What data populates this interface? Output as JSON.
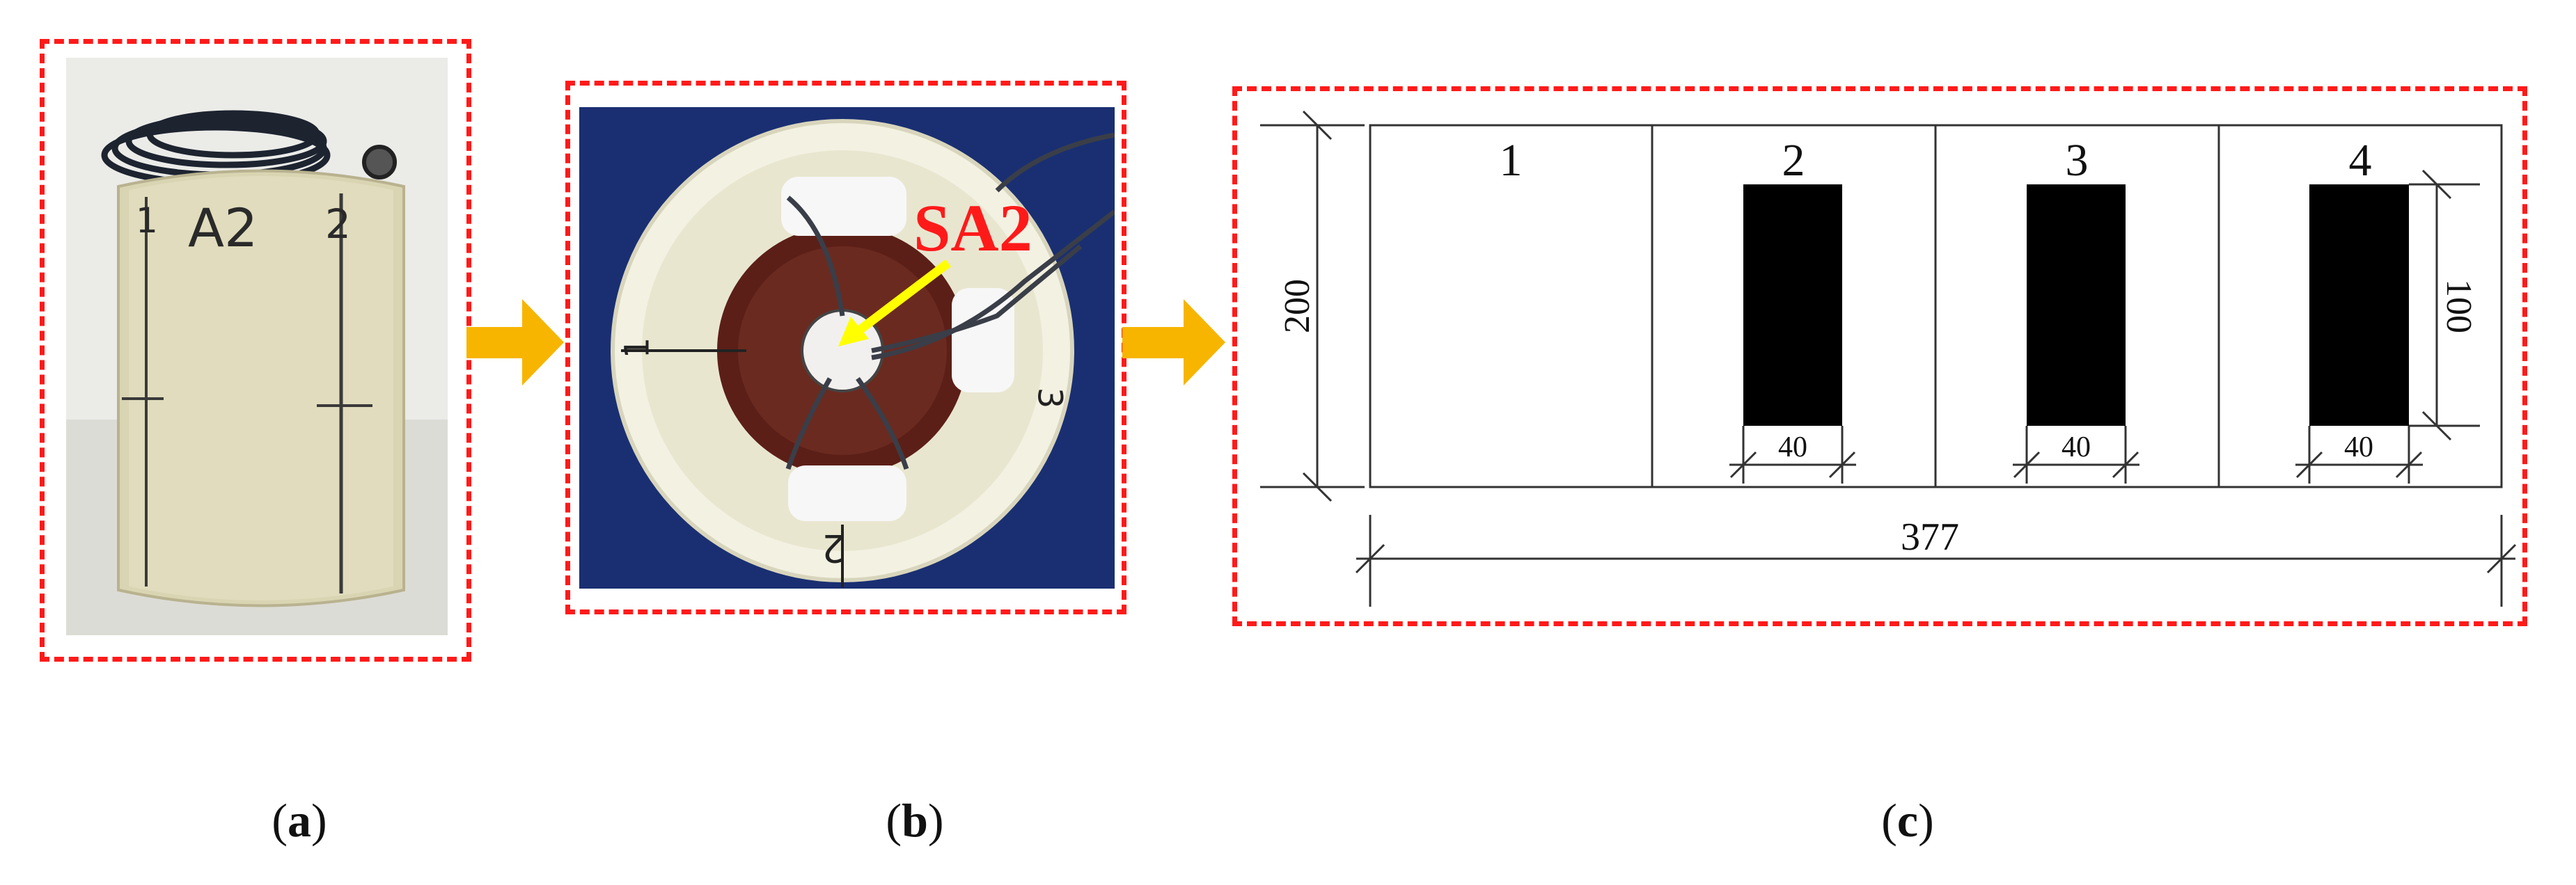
{
  "panels": {
    "a": {
      "caption_open": "(",
      "caption_letter": "a",
      "caption_close": ")",
      "cylinder_marks": [
        "A2",
        "1",
        "2"
      ]
    },
    "b": {
      "caption_open": "(",
      "caption_letter": "b",
      "caption_close": ")",
      "sensor_label": "SA2",
      "rim_marks": [
        "1",
        "2",
        "3"
      ]
    },
    "c": {
      "caption_open": "(",
      "caption_letter": "c",
      "caption_close": ")",
      "region_numbers": [
        "1",
        "2",
        "3",
        "4"
      ],
      "dim_height": "200",
      "dim_block_height": "100",
      "dim_block_width": [
        "40",
        "40",
        "40"
      ],
      "dim_total_width": "377"
    }
  },
  "colors": {
    "frame": "#ff1a1a",
    "arrow": "#f7b500",
    "pointer": "#ffff00",
    "block": "#000000",
    "photo_b_bg": "#1a2f72"
  }
}
